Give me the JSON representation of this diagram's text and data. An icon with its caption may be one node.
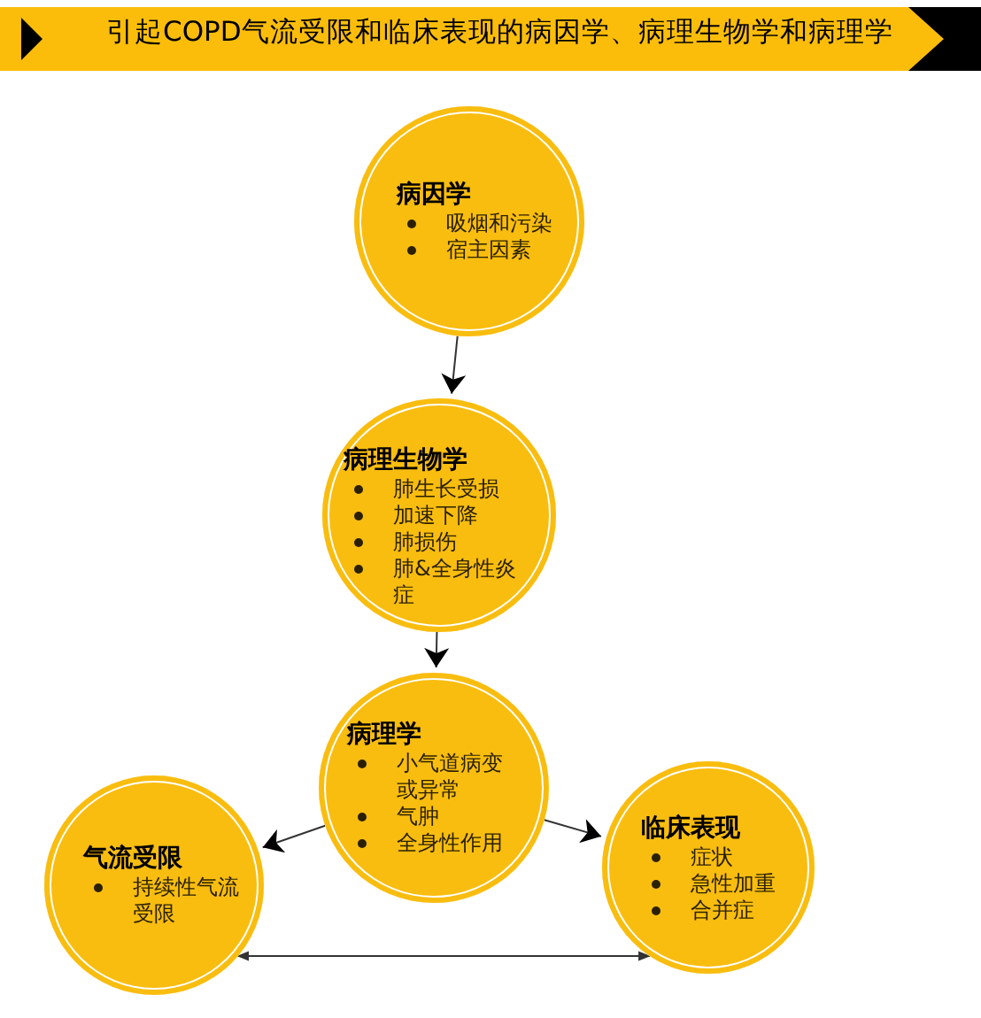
{
  "diagram": {
    "title": "引起COPD气流受限和临床表现的病因学、病理生物学和病理学",
    "nodes": [
      {
        "text": [
          "病因学",
          "吸烟和污染",
          "宿主因素"
        ]
      },
      {
        "text": [
          "病理生物学",
          "肺生长受损",
          "加速下降",
          "肺损伤",
          "肺&全身性炎症"
        ]
      },
      {
        "text": [
          "病理学",
          "小气道病变或异常",
          "气肿",
          "全身性作用"
        ]
      },
      {
        "text": [
          "气流受限",
          "持续性气流受限"
        ]
      },
      {
        "text": [
          "临床表现",
          "症状",
          "急性加重",
          "合并症"
        ]
      }
    ],
    "edges": [
      {
        "from": 0,
        "to": 1,
        "arrow": "to"
      },
      {
        "from": 1,
        "to": 2,
        "arrow": "to"
      },
      {
        "from": 2,
        "to": 3,
        "arrow": "to"
      },
      {
        "from": 2,
        "to": 4,
        "arrow": "to"
      },
      {
        "from": 3,
        "to": 4,
        "arrow": "both"
      }
    ]
  }
}
